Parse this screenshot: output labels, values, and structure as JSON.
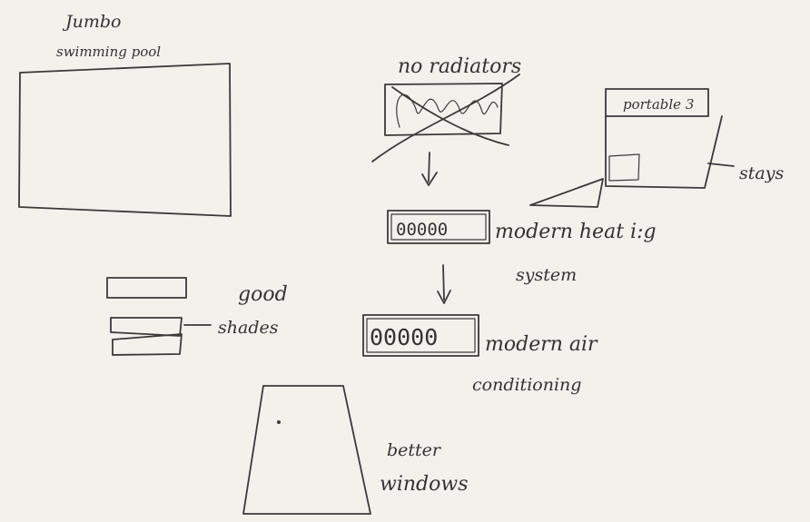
{
  "labels": {
    "pool_title": "Jumbo",
    "pool_subtitle": "swimming pool",
    "radiators": "no radiators",
    "portable_tag": "portable 3",
    "stays": "stays",
    "heating_counter": "00000",
    "heating_line1": "modern heat i:g",
    "heating_line2": "system",
    "ac_counter": "00000",
    "ac_line1": "modern air",
    "ac_line2": "conditioning",
    "shades_line1": "good",
    "shades_line2": "shades",
    "windows_line1": "better",
    "windows_line2": "windows"
  },
  "colors": {
    "paper": "#f3f1ec",
    "ink": "#3a3a3a"
  }
}
